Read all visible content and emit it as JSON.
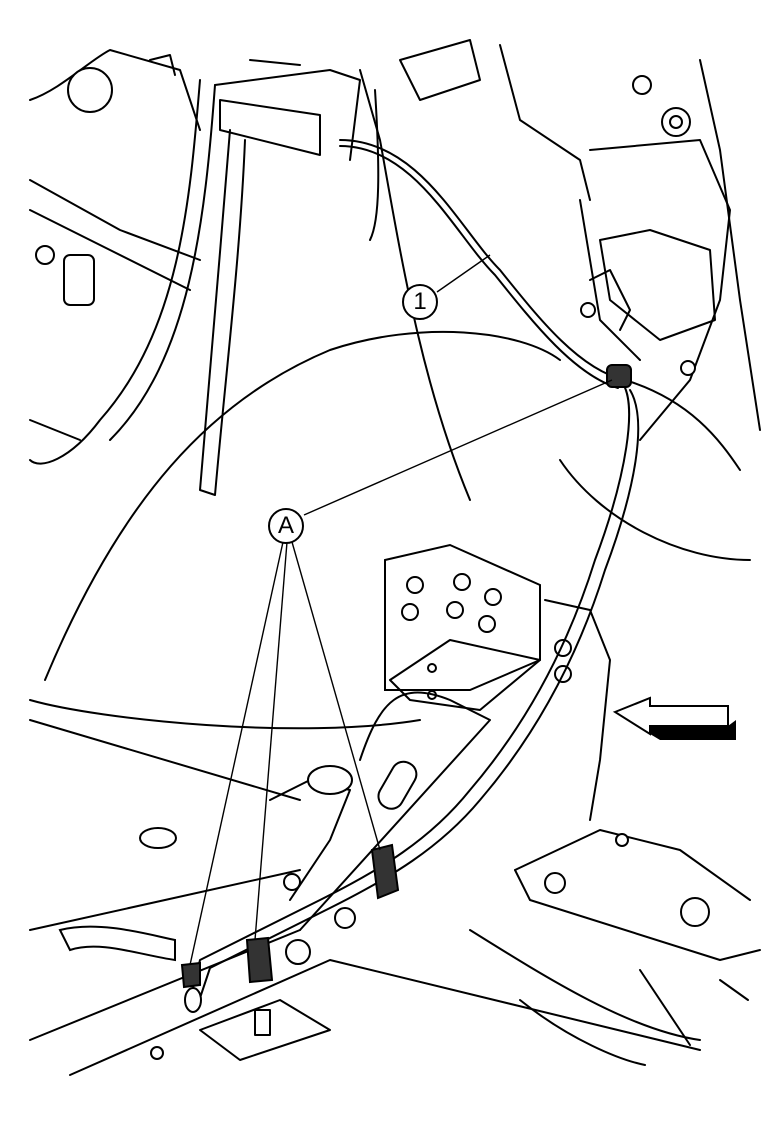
{
  "diagram": {
    "callouts": [
      {
        "id": "part-1",
        "label": "1",
        "meaning": "cable"
      },
      {
        "id": "clip-A",
        "label": "A",
        "meaning": "clips"
      }
    ],
    "colors": {
      "line": "#000000",
      "background": "#ffffff",
      "clip_fill": "#333333"
    }
  }
}
